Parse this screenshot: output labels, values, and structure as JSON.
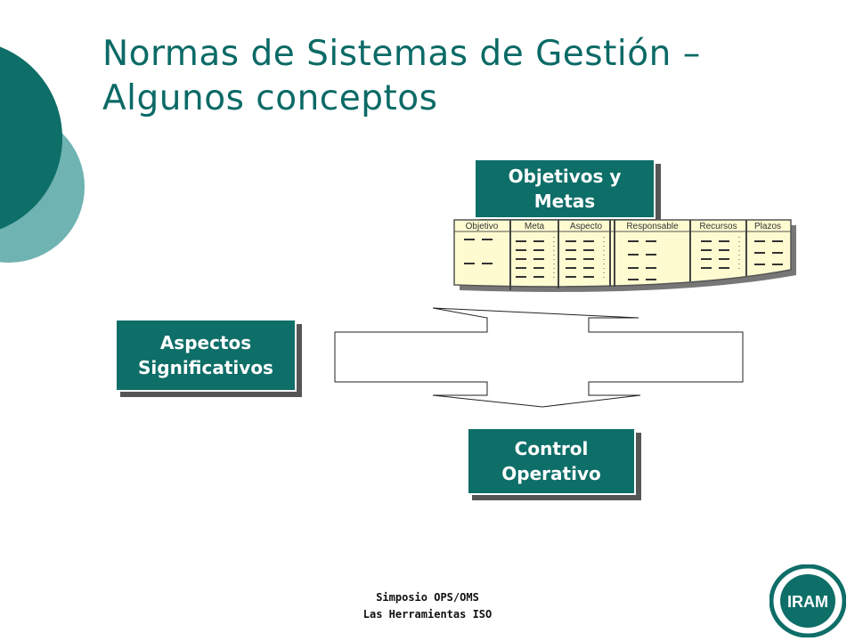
{
  "title": {
    "line1": "Normas de Sistemas de Gestión –",
    "line2": "Algunos conceptos"
  },
  "boxes": {
    "objetivos": {
      "line1": "Objetivos y",
      "line2": "Metas"
    },
    "aspectos": {
      "line1": "Aspectos",
      "line2": "Significativos"
    },
    "control": {
      "line1": "Control",
      "line2": "Operativo"
    }
  },
  "table": {
    "headers": [
      "Objetivo",
      "Meta",
      "Aspecto",
      "Responsable",
      "Recursos",
      "Plazos"
    ]
  },
  "footer": {
    "line1": "Simposio OPS/OMS",
    "line2": "Las Herramientas ISO"
  },
  "logo": {
    "text": "IRAM"
  },
  "colors": {
    "accent_dark": "#0e6e68",
    "accent_light": "#6fb3b2",
    "table_fill": "#fefbd0"
  }
}
